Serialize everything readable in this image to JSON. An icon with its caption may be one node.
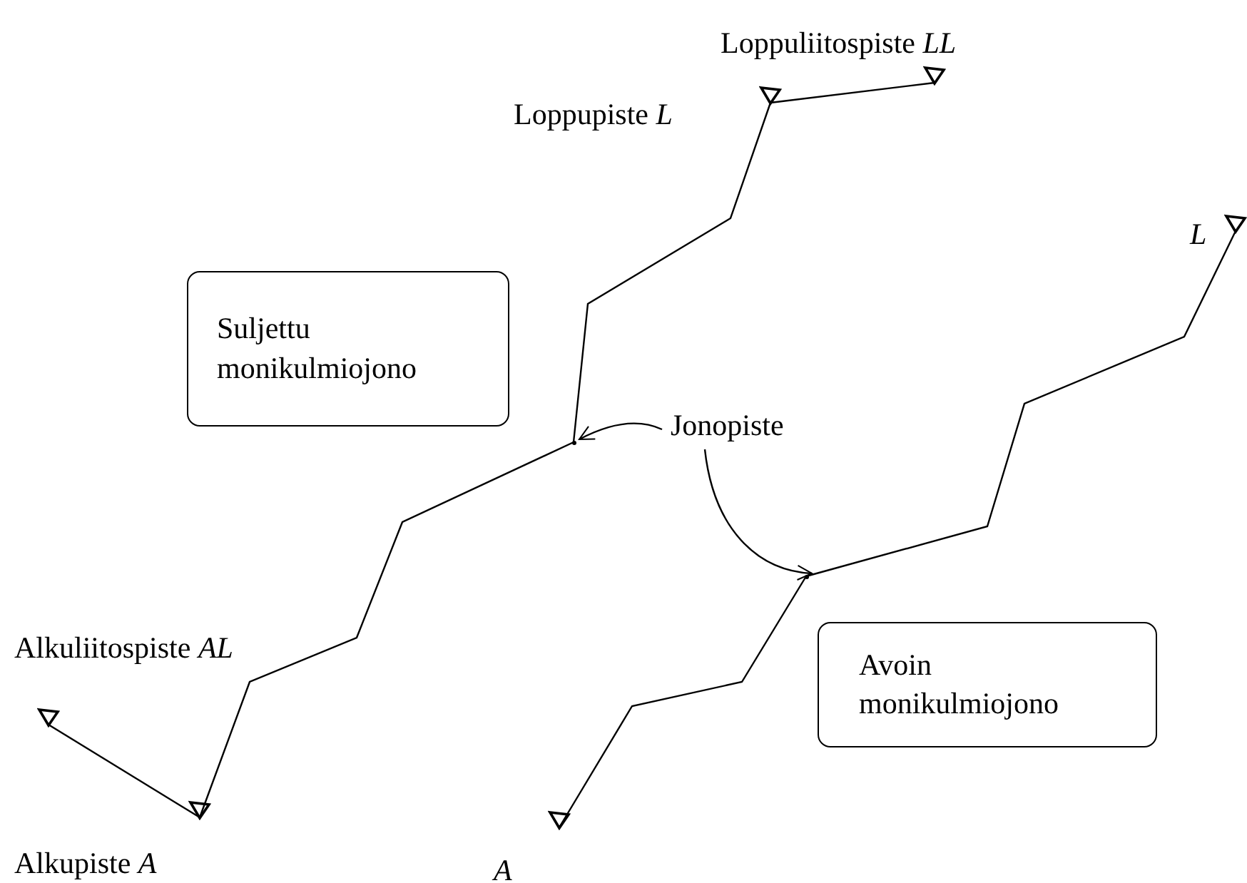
{
  "diagram": {
    "nodes": [
      {
        "text": [
          "Suljettu monikulmiojono"
        ]
      },
      {
        "text": [
          "Avoin monikulmiojono"
        ]
      },
      {
        "text": [
          "Jonopiste"
        ]
      },
      {
        "text": [],
        "shape": "triangle",
        "beside": [
          "Loppuliitospiste *LL*"
        ]
      },
      {
        "text": [],
        "shape": "triangle",
        "beside": [
          "Loppupiste *L*"
        ]
      },
      {
        "text": [],
        "shape": "triangle",
        "beside": [
          "*L*"
        ]
      },
      {
        "text": [],
        "shape": "point"
      },
      {
        "text": [],
        "shape": "point"
      },
      {
        "text": [],
        "shape": "triangle",
        "beside": [
          "Alkuliitospiste *AL*"
        ]
      },
      {
        "text": [],
        "shape": "triangle",
        "beside": [
          "Alkupiste *A*"
        ]
      },
      {
        "text": [],
        "shape": "triangle",
        "beside": [
          "*A*"
        ]
      }
    ],
    "edges": [
      {
        "from": 4,
        "to": 3,
        "arrow": "none"
      },
      {
        "from": 9,
        "to": 6,
        "arrow": "none"
      },
      {
        "from": 6,
        "to": 4,
        "arrow": "none"
      },
      {
        "from": 8,
        "to": 9,
        "arrow": "none"
      },
      {
        "from": 10,
        "to": 7,
        "arrow": "none"
      },
      {
        "from": 7,
        "to": 5,
        "arrow": "none"
      },
      {
        "from": 2,
        "to": 6,
        "arrow": "to"
      },
      {
        "from": 2,
        "to": 7,
        "arrow": "to"
      }
    ]
  }
}
